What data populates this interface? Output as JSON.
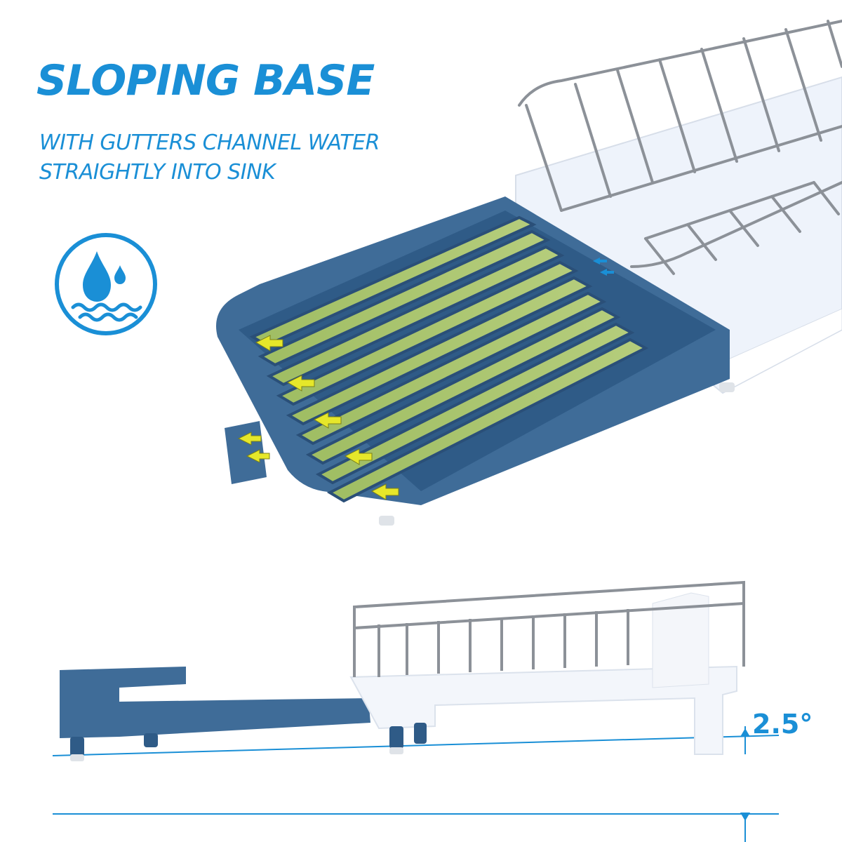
{
  "headline": "SLOPING BASE",
  "subline": [
    "WITH GUTTERS CHANNEL WATER",
    "STRAIGHTLY INTO SINK"
  ],
  "angle_label": "2.5°",
  "icons": [
    "water-drop-icon",
    "arrow-icon"
  ],
  "colors": {
    "accent": "#1a8fd6",
    "tray": "#3e6b96",
    "channel": "#a6c26a",
    "rack_base": "#f2f5fa",
    "wire": "#8c9198"
  }
}
